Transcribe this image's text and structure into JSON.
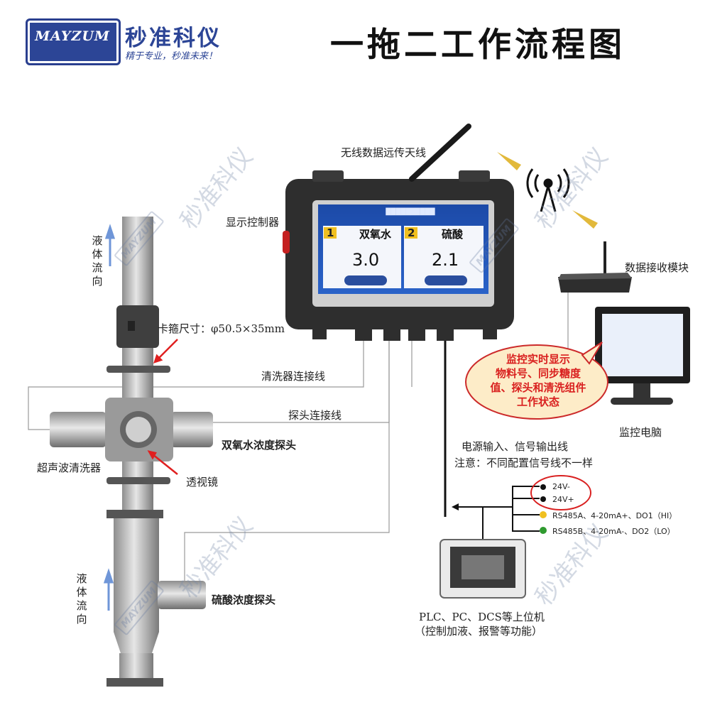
{
  "header": {
    "logo_text": "MAYZUM",
    "brand_name": "秒准科仪",
    "slogan": "精于专业，秒准未来！",
    "title": "一拖二工作流程图"
  },
  "labels": {
    "antenna": "无线数据远传天线",
    "controller": "显示控制器",
    "clamp_size": "卡箍尺寸：φ50.5×35mm",
    "cleaner_cable": "清洗器连接线",
    "probe_cable": "探头连接线",
    "h2o2_probe": "双氧水浓度探头",
    "ultrasonic_cleaner": "超声波清洗器",
    "sight_glass": "透视镜",
    "acid_probe": "硫酸浓度探头",
    "receiver": "数据接收模块",
    "monitor_pc": "监控电脑",
    "power_line": "电源输入、信号输出线",
    "power_note": "注意：不同配置信号线不一样",
    "plc": "PLC、PC、DCS等上位机",
    "plc_note": "（控制加液、报警等功能）",
    "flow_top": [
      "液",
      "体",
      "流",
      "向"
    ],
    "flow_bottom": [
      "液",
      "体",
      "流",
      "向"
    ]
  },
  "bubble": [
    "监控实时显示",
    "物料号、同步糖度",
    "值、探头和清洗组件",
    "工作状态"
  ],
  "screen": {
    "channels": [
      {
        "num": "1",
        "name": "双氧水",
        "value": "3.0"
      },
      {
        "num": "2",
        "name": "硫酸",
        "value": "2.1"
      }
    ]
  },
  "signals": [
    "24V-",
    "24V+",
    "RS485A、4-20mA+、DO1（HI）",
    "RS485B、4-20mA-、DO2（LO）"
  ],
  "colors": {
    "brand": "#2c4596",
    "bubble_text": "#d9201f",
    "bubble_fill": "#fdecc8",
    "pointer": "#e02020"
  },
  "watermark": {
    "logo": "MAYZUM",
    "text": "秒准科仪"
  }
}
